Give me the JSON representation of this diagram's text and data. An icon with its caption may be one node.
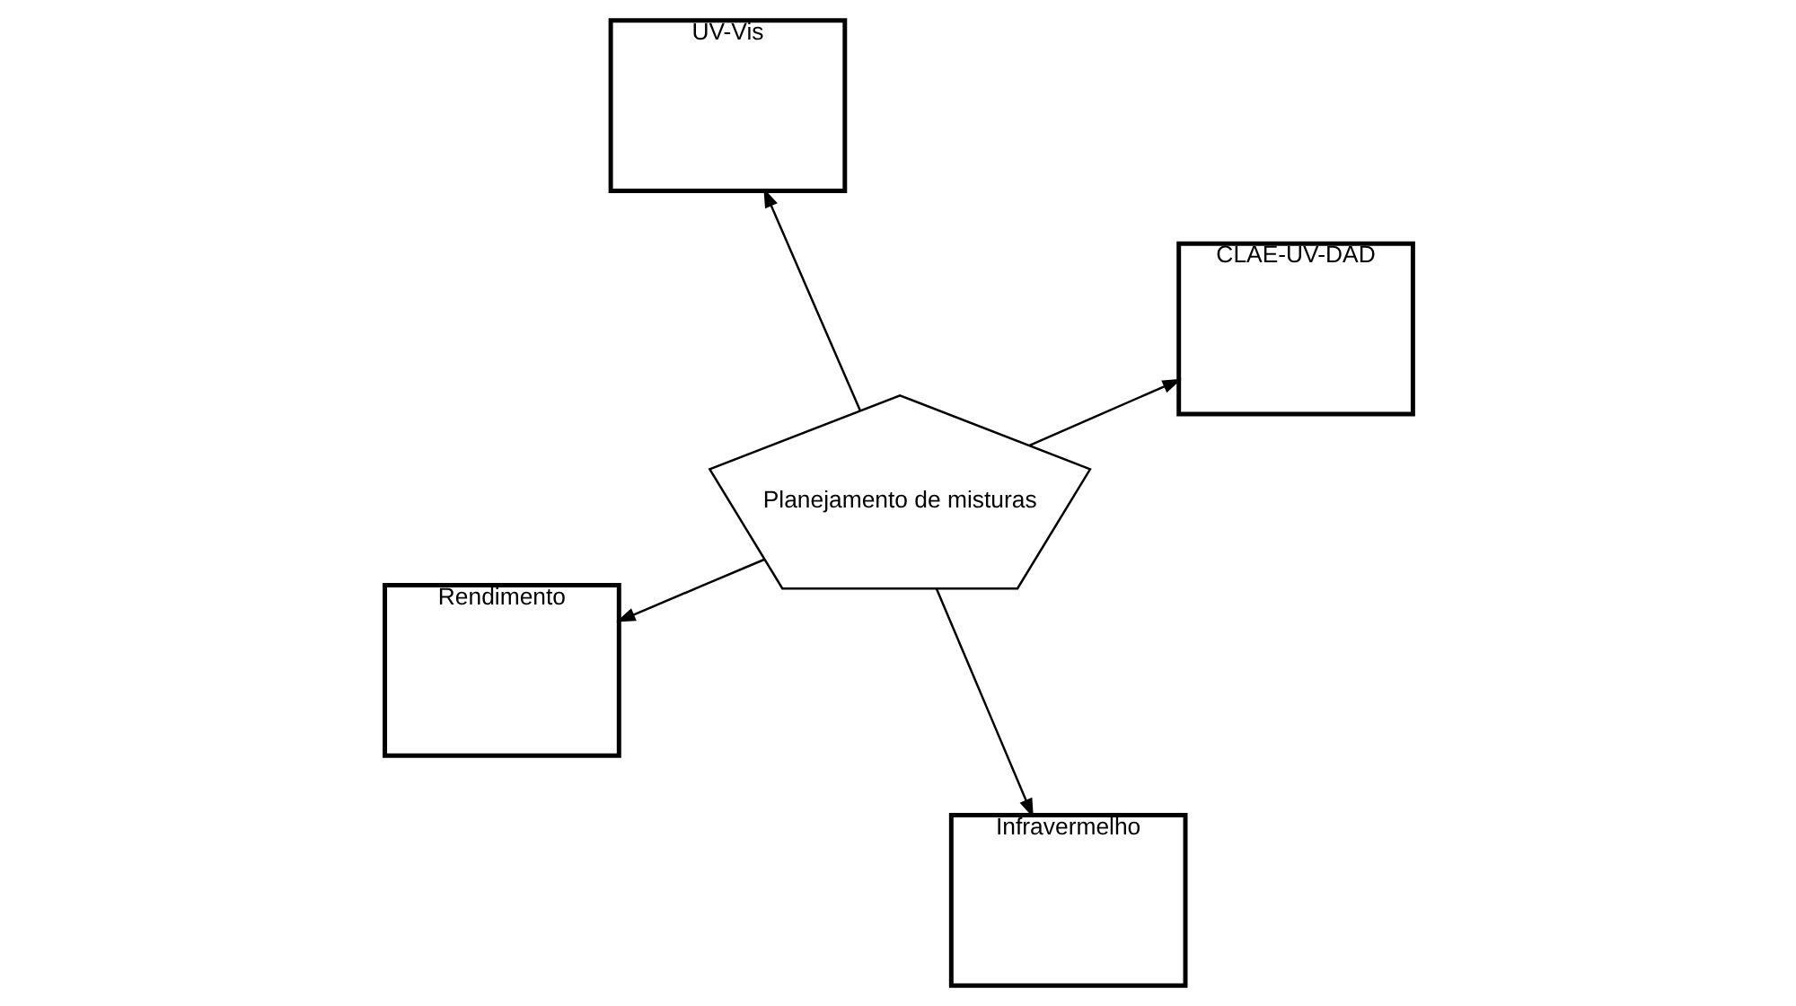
{
  "diagram": {
    "nodes": [
      {
        "text": [
          "Rendimento"
        ]
      },
      {
        "text": [
          "Planejamento de misturas"
        ]
      },
      {
        "text": [
          "Infravermelho"
        ]
      },
      {
        "text": [
          "UV-Vis"
        ]
      },
      {
        "text": [
          "CLAE-UV-DAD"
        ]
      }
    ],
    "edges": [
      {
        "from": 1,
        "to": 0,
        "arrow": "to"
      },
      {
        "from": 1,
        "to": 2,
        "arrow": "to"
      },
      {
        "from": 1,
        "to": 3,
        "arrow": "to"
      },
      {
        "from": 1,
        "to": 4,
        "arrow": "to"
      }
    ]
  }
}
